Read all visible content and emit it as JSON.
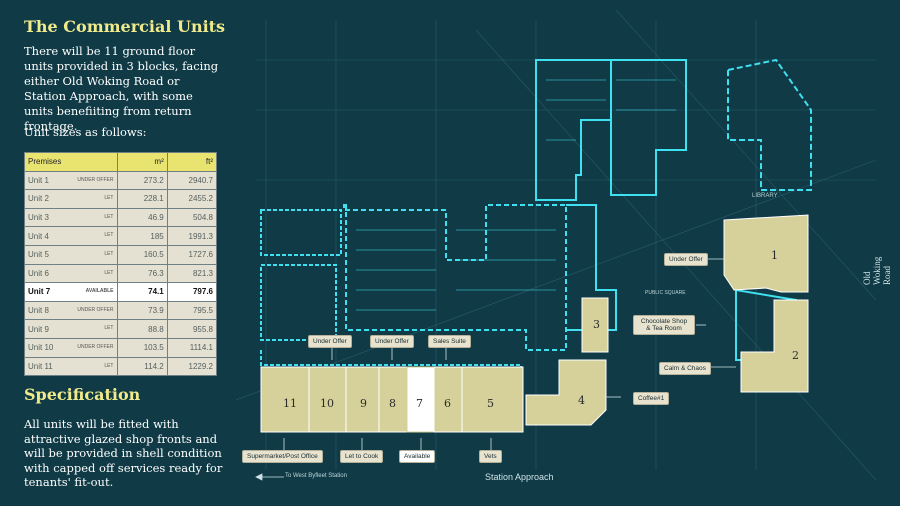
{
  "heading": "The Commercial Units",
  "intro": "There will be 11 ground floor units provided in 3 blocks, facing either Old Woking Road or Station Approach, with some units benefiiting from return frontage.",
  "sizes_label": "Unit sizes as follows:",
  "table": {
    "headers": [
      "Premises",
      "m²",
      "ft²"
    ],
    "rows": [
      {
        "unit": "Unit 1",
        "status": "UNDER OFFER",
        "m2": "273.2",
        "ft2": "2940.7"
      },
      {
        "unit": "Unit 2",
        "status": "LET",
        "m2": "228.1",
        "ft2": "2455.2"
      },
      {
        "unit": "Unit 3",
        "status": "LET",
        "m2": "46.9",
        "ft2": "504.8"
      },
      {
        "unit": "Unit 4",
        "status": "LET",
        "m2": "185",
        "ft2": "1991.3"
      },
      {
        "unit": "Unit 5",
        "status": "LET",
        "m2": "160.5",
        "ft2": "1727.6"
      },
      {
        "unit": "Unit 6",
        "status": "LET",
        "m2": "76.3",
        "ft2": "821.3"
      },
      {
        "unit": "Unit 7",
        "status": "AVAILABLE",
        "m2": "74.1",
        "ft2": "797.6"
      },
      {
        "unit": "Unit 8",
        "status": "UNDER OFFER",
        "m2": "73.9",
        "ft2": "795.5"
      },
      {
        "unit": "Unit 9",
        "status": "LET",
        "m2": "88.8",
        "ft2": "955.8"
      },
      {
        "unit": "Unit 10",
        "status": "UNDER OFFER",
        "m2": "103.5",
        "ft2": "1114.1"
      },
      {
        "unit": "Unit 11",
        "status": "LET",
        "m2": "114.2",
        "ft2": "1229.2"
      }
    ]
  },
  "spec_heading": "Specification",
  "spec_text": "All units will be fitted with attractive glazed shop fronts and will be provided in shell condition with capped off services ready for tenants' fit-out.",
  "plan": {
    "units": [
      "1",
      "2",
      "3",
      "4",
      "5",
      "6",
      "7",
      "8",
      "9",
      "10",
      "11"
    ],
    "labels": {
      "under_offer_top_left": "Under Offer",
      "under_offer_top_mid": "Under Offer",
      "sales_suite": "Sales Suite",
      "under_offer_right": "Under Offer",
      "chocolate": "Chocolate Shop & Tea Room",
      "calm": "Calm & Chaos",
      "coffee": "Coffee#1",
      "supermarket": "Supermarket/Post Office",
      "let_to_cook": "Let to Cook",
      "available": "Available",
      "vets": "Vets"
    },
    "library": "LIBRARY",
    "public_square": "PUBLIC SQUARE",
    "road_bottom": "Station Approach",
    "road_right": "Old Woking Road",
    "west_byfleet": "To West Byfleet Station"
  },
  "colors": {
    "background": "#0f3a46",
    "heading": "#f0ea8a",
    "unit_fill": "#d6d19b",
    "outline": "#3fe0f0"
  }
}
